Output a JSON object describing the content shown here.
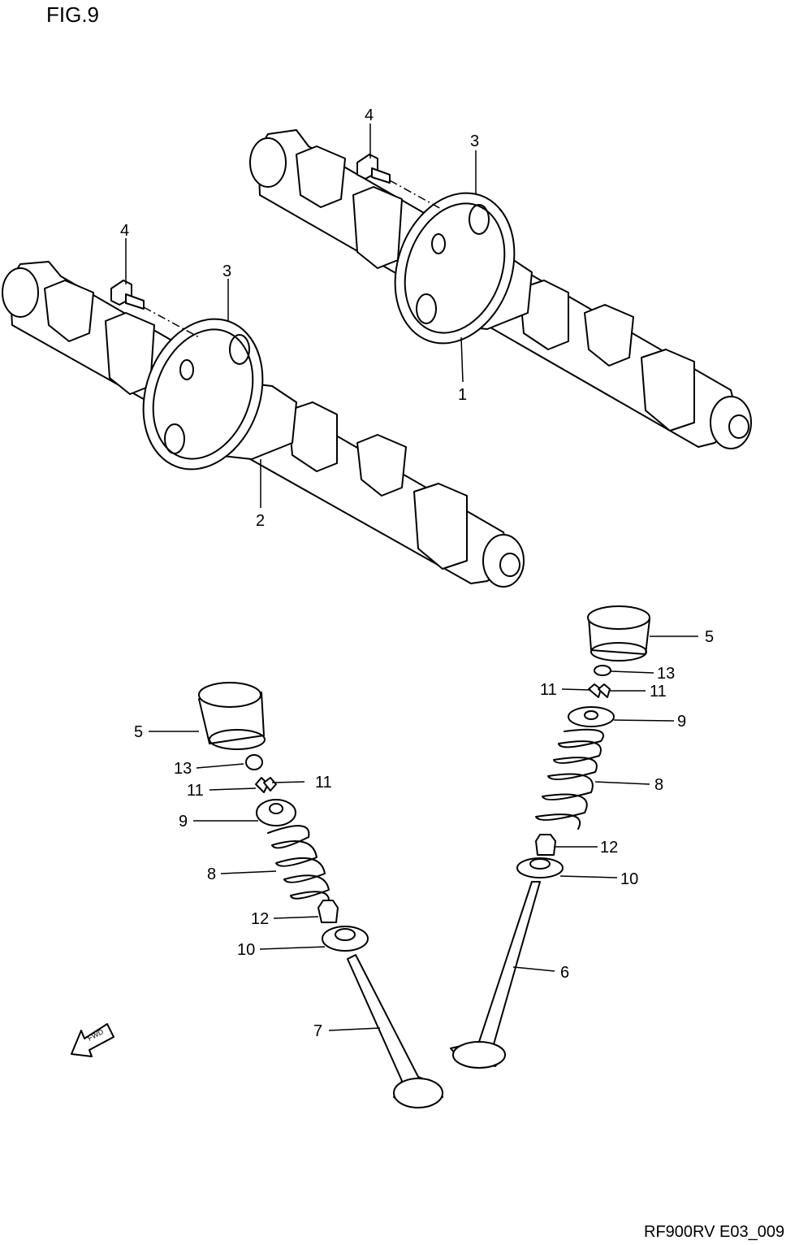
{
  "figure_title": "FIG.9",
  "diagram_code": "RF900RV E03_009",
  "fwd_label": "FWD",
  "callouts": {
    "c1": "1",
    "c2": "2",
    "c3a": "3",
    "c3b": "3",
    "c4a": "4",
    "c4b": "4",
    "c5a": "5",
    "c5b": "5",
    "c6": "6",
    "c7": "7",
    "c8a": "8",
    "c8b": "8",
    "c9a": "9",
    "c9b": "9",
    "c10a": "10",
    "c10b": "10",
    "c11a": "11",
    "c11b": "11",
    "c11c": "11",
    "c11d": "11",
    "c12a": "12",
    "c12b": "12",
    "c13a": "13",
    "c13b": "13"
  }
}
